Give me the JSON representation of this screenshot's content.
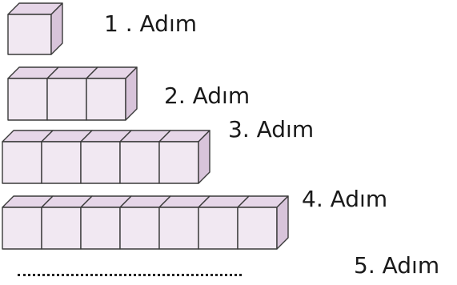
{
  "steps": [
    {
      "label": "1 .  Adım",
      "cube_count": 1
    },
    {
      "label": "2. Adım",
      "cube_count": 3
    },
    {
      "label": "3. Adım",
      "cube_count": 5
    },
    {
      "label": "4. Adım",
      "cube_count": 7
    },
    {
      "label": "5. Adım",
      "cube_count": null
    }
  ],
  "colors": {
    "cube_front": "#f1e8f2",
    "cube_top": "#e6d6e8",
    "cube_side": "#d8c4da",
    "outline": "#3a3a3a"
  }
}
